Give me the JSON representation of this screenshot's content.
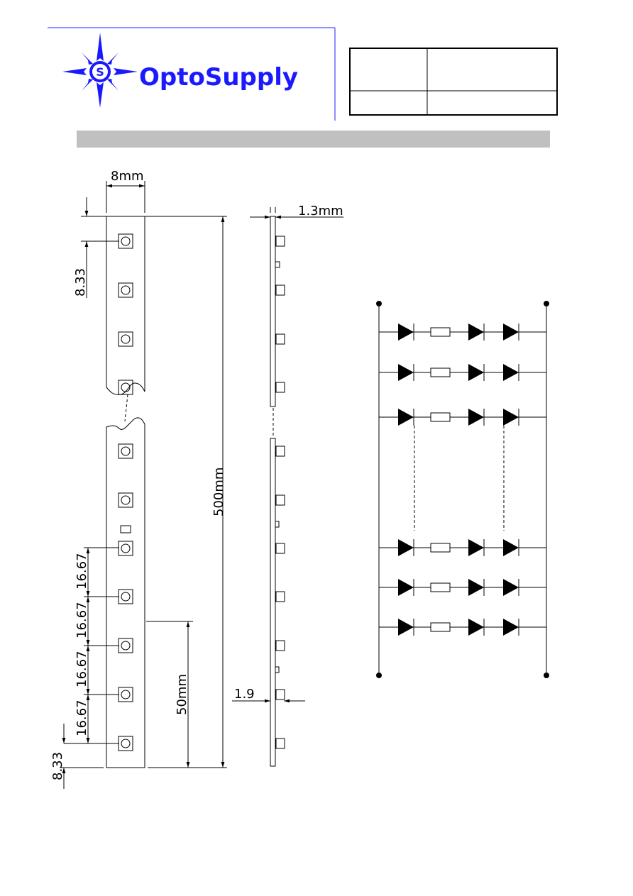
{
  "header": {
    "brand_name": "OptoSupply",
    "logo": "optosupply-star-logo",
    "brand_color": "#1a1aff",
    "info_table": {
      "row1_label": "",
      "row1_value": "",
      "row2_label": "",
      "row2_value": ""
    },
    "title_bar_color": "#c0c0c0"
  },
  "strip": {
    "width_label": "8mm",
    "length_label": "500mm",
    "section_label": "50mm",
    "pitch_label": "16.67",
    "end_offset_label": "8.33"
  },
  "side_view": {
    "thickness_label": "1.3mm",
    "height_label": "1.9"
  },
  "circuit": {
    "icons": [
      "led-diode-icon",
      "resistor-icon"
    ]
  }
}
